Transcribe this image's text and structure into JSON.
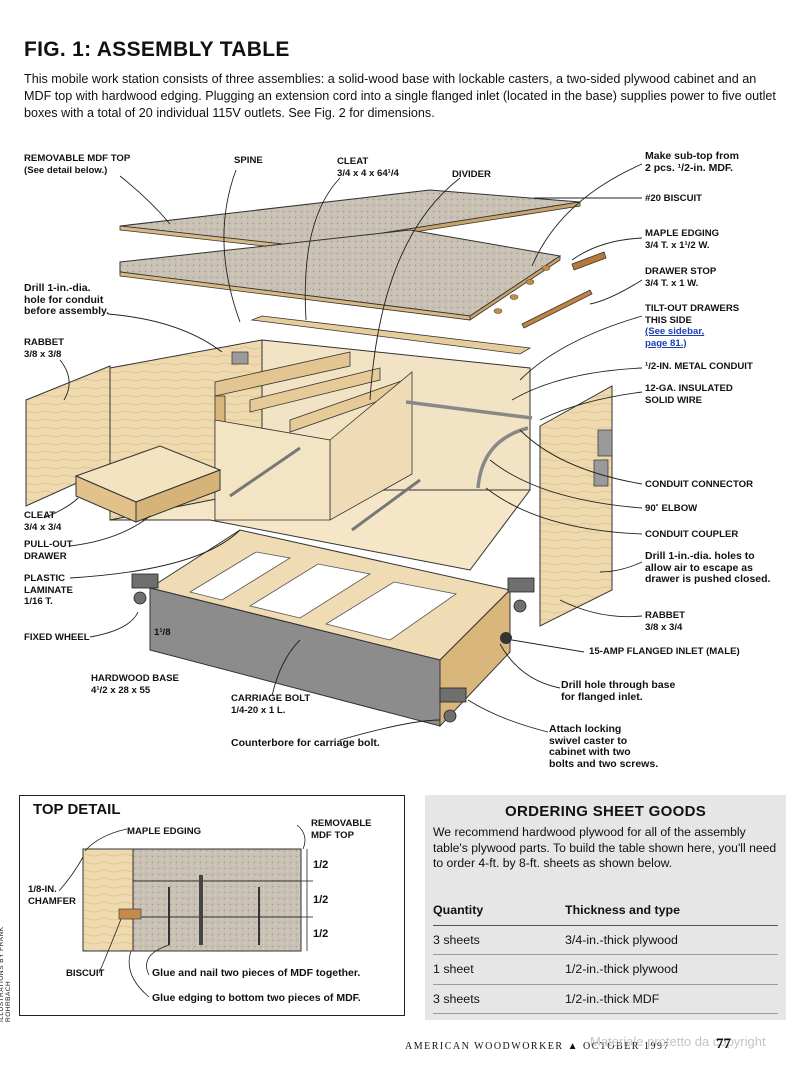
{
  "title": "FIG. 1: ASSEMBLY TABLE",
  "intro": "This mobile work station consists of three assemblies: a solid-wood base with lockable casters, a two-sided plywood cabinet and an MDF top with hardwood edging. Plugging an extension cord into a single flanged inlet (located in the base) supplies power to five outlet boxes with a total of 20 individual 115V outlets. See Fig. 2 for dimensions.",
  "labels": {
    "removable_top": "REMOVABLE MDF TOP\n(See detail below.)",
    "spine": "SPINE",
    "cleat_top": "CLEAT\n3/4 x 4 x 64¹/4",
    "divider": "DIVIDER",
    "subtop": "Make sub-top from\n2 pcs. ¹/2-in. MDF.",
    "biscuit20": "#20 BISCUIT",
    "maple_edging": "MAPLE EDGING\n3/4 T. x 1¹/2 W.",
    "drawer_stop": "DRAWER STOP\n3/4 T. x 1 W.",
    "tiltout": "TILT-OUT DRAWERS\nTHIS SIDE",
    "sidebar_ref": "(See sidebar,\npage 81.)",
    "drill_conduit": "Drill 1-in.-dia.\nhole for conduit\nbefore assembly.",
    "rabbet_left": "RABBET\n3/8 x 3/8",
    "metal_conduit": "¹/2-IN. METAL CONDUIT",
    "wire": "12-GA. INSULATED\nSOLID WIRE",
    "conduit_connector": "CONDUIT CONNECTOR",
    "elbow": "90˚ ELBOW",
    "coupler": "CONDUIT COUPLER",
    "drill_air": "Drill 1-in.-dia. holes to\nallow air to escape as\ndrawer is pushed closed.",
    "cleat_small": "CLEAT\n3/4 x 3/4",
    "pullout": "PULL-OUT\nDRAWER",
    "laminate": "PLASTIC\nLAMINATE\n1/16 T.",
    "fixed_wheel": "FIXED WHEEL",
    "dim_1_1_8": "1¹/8",
    "rabbet_right": "RABBET\n3/8 x 3/4",
    "inlet": "15-AMP FLANGED INLET (MALE)",
    "hardwood_base": "HARDWOOD BASE\n4¹/2 x 28 x 55",
    "drill_base": "Drill hole through base\nfor flanged inlet.",
    "carriage_bolt": "CARRIAGE BOLT\n1/4-20 x 1 L.",
    "caster": "Attach locking\nswivel caster to\ncabinet with two\nbolts and two screws.",
    "counterbore": "Counterbore for carriage bolt."
  },
  "detail": {
    "title": "TOP DETAIL",
    "maple": "MAPLE EDGING",
    "removable": "REMOVABLE\nMDF TOP",
    "chamfer": "1/8-IN.\nCHAMFER",
    "biscuit": "BISCUIT",
    "half1": "1/2",
    "half2": "1/2",
    "half3": "1/2",
    "glue_nail": "Glue and nail two pieces of MDF together.",
    "glue_edging": "Glue edging to bottom two pieces of MDF."
  },
  "ordering": {
    "title": "ORDERING SHEET GOODS",
    "text": "We recommend hardwood plywood for all of the assembly table's plywood parts. To build the table shown here, you'll need to order 4-ft. by 8-ft. sheets as shown below.",
    "headers": [
      "Quantity",
      "Thickness and type"
    ],
    "rows": [
      [
        "3 sheets",
        "3/4-in.-thick plywood"
      ],
      [
        "1 sheet",
        "1/2-in.-thick plywood"
      ],
      [
        "3 sheets",
        "1/2-in.-thick MDF"
      ]
    ]
  },
  "credit": "ILLUSTRATIONS BY FRANK ROHRBACH",
  "footer": "AMERICAN WOODWORKER ▲ OCTOBER 1997",
  "page_number": "77",
  "watermark": "Materiale protetto da copyright"
}
